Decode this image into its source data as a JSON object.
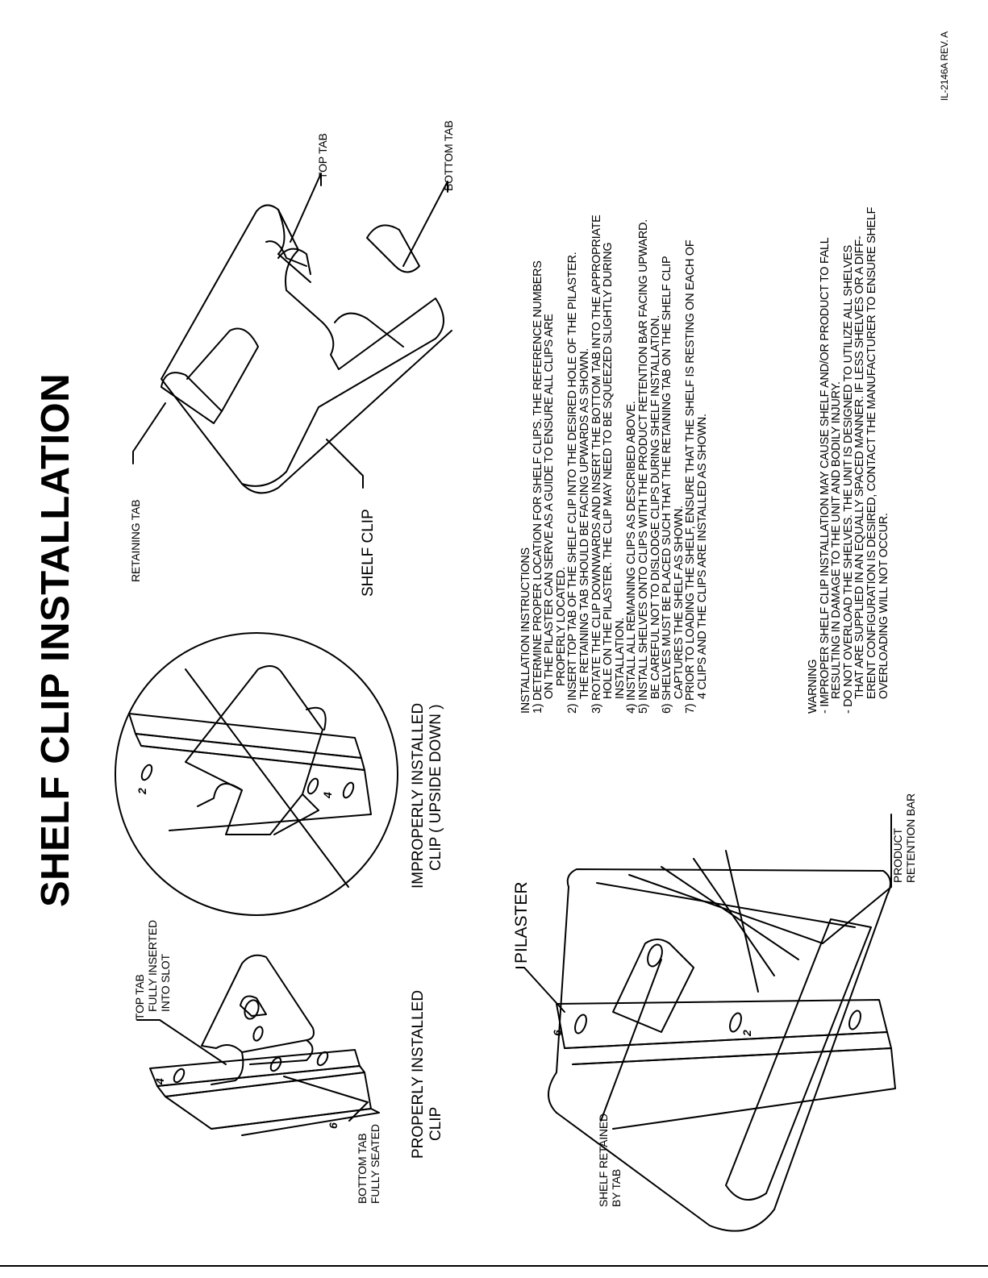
{
  "title": "SHELF CLIP INSTALLATION",
  "doc_number": "IL-2146A REV. A",
  "labels": {
    "top_tab_fully_inserted": [
      "TOP TAB",
      "FULLY INSERTED",
      "INTO SLOT"
    ],
    "bottom_tab_fully_seated": [
      "BOTTOM TAB",
      "FULLY SEATED"
    ],
    "properly_installed": [
      "PROPERLY INSTALLED",
      "CLIP"
    ],
    "improperly_installed": [
      "IMPROPERLY INSTALLED",
      "CLIP ( UPSIDE DOWN )"
    ],
    "pilaster": "PILASTER",
    "shelf_retained": [
      "SHELF RETAINED",
      "BY TAB"
    ],
    "product_retention_bar": [
      "PRODUCT",
      "RETENTION BAR"
    ],
    "retaining_tab": "RETAINING TAB",
    "shelf_clip": "SHELF CLIP",
    "top_tab": "TOP TAB",
    "bottom_tab": "BOTTOM TAB",
    "pilaster_numbers": [
      "4",
      "6",
      "2",
      "4",
      "6",
      "2"
    ]
  },
  "instructions": {
    "heading": "INSTALLATION INSTRUCTIONS",
    "lines": [
      "1) DETERMINE PROPER LOCATION FOR SHELF CLIPS. THE REFERENCE NUMBERS",
      "ON THE PILASTER CAN SERVE AS A GUIDE TO ENSURE ALL CLIPS ARE",
      "PROPERLY LOCATED.",
      "2) INSERT TOP TAB OF THE SHELF CLIP INTO THE DESIRED HOLE OF THE PILASTER.",
      "THE RETAINING TAB SHOULD BE FACING UPWARDS AS SHOWN.",
      "3) ROTATE THE CLIP DOWNWARDS AND INSERT THE BOTTOM TAB INTO THE APPROPRIATE",
      "HOLE ON THE PILASTER. THE CLIP MAY NEED TO BE SQUEEZED SLIGHTLY DURING",
      "INSTALLATION.",
      "4) INSTALL ALL REMAINING CLIPS AS DESCRIBED ABOVE.",
      "5) INSTALL SHELVES ONTO CLIPS WITH THE PRODUCT RETENTION BAR FACING UPWARD.",
      "BE CAREFUL NOT TO DISLODGE CLIPS DURING SHELF INSTALLATION.",
      "6) SHELVES MUST BE PLACED SUCH THAT THE RETAINING TAB ON THE SHELF CLIP",
      "CAPTURES THE SHELF AS SHOWN.",
      "7) PRIOR TO LOADING THE SHELF, ENSURE THAT THE SHELF IS RESTING ON EACH OF",
      "4 CLIPS AND THE CLIPS ARE INSTALLED AS SHOWN."
    ]
  },
  "warning": {
    "heading": "WARNING",
    "lines": [
      "- IMPROPER SHELF CLIP INSTALLATION MAY CAUSE SHELF AND/OR PRODUCT TO FALL",
      "RESULTING IN DAMAGE TO THE UNIT AND BODILY INJURY.",
      "- DO NOT OVERLOAD THE SHELVES. THE UNIT IS DESIGNED TO UTILIZE ALL SHELVES",
      "THAT ARE SUPPLIED IN AN EQUALLY SPACED MANNER. IF LESS SHELVES OR A DIFF-",
      "ERENT CONFIGURATION IS DESIRED, CONTACT THE MANUFACTURER TO ENSURE SHELF",
      "OVERLOADING WILL NOT OCCUR."
    ]
  }
}
